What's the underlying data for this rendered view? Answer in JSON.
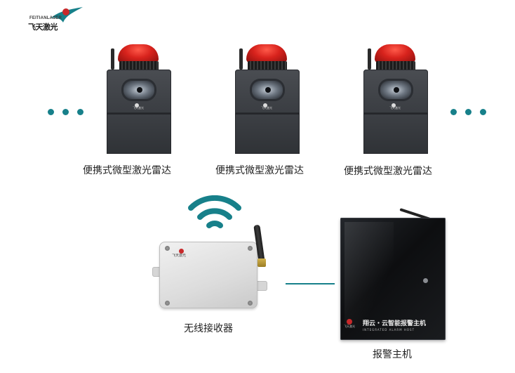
{
  "logo": {
    "en": "FEITIANLASER",
    "cn": "飞天激光",
    "icon": "swallow-logo-icon"
  },
  "colors": {
    "accent": "#17808a",
    "brand_red": "#c8292b"
  },
  "radars": [
    {
      "label": "便携式微型激光雷达",
      "badge": "飞天激光"
    },
    {
      "label": "便携式微型激光雷达",
      "badge": "飞天激光"
    },
    {
      "label": "便携式微型激光雷达",
      "badge": "飞天激光"
    }
  ],
  "ellipsis_icons": [
    "more-dots-icon",
    "more-dots-icon"
  ],
  "wifi": {
    "icon": "wifi-signal-icon"
  },
  "receiver": {
    "label": "无线接收器",
    "logo_text": "飞天激光"
  },
  "host": {
    "label": "报警主机",
    "panel_title": "翔云・云智能报警主机",
    "panel_subtitle": "INTEGRATED ALARM HOST",
    "panel_logo": "飞天激光"
  }
}
